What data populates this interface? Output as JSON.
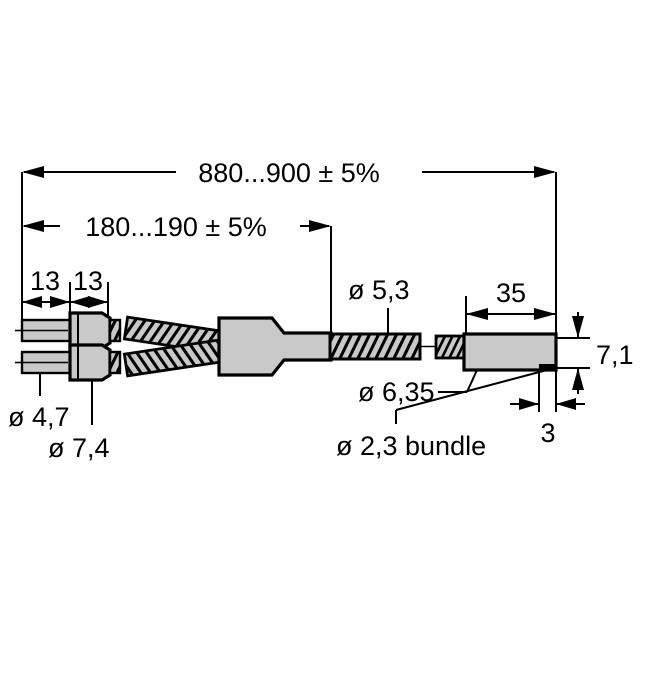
{
  "drawing": {
    "title": "fiber optic cable assembly dimensional drawing",
    "units": "mm",
    "background_color": "#ffffff",
    "line_color": "#000000",
    "body_fill_color": "#c9c9c9"
  },
  "dimensions": {
    "overall_length": "880...900 ± 5%",
    "branch_length": "180...190 ± 5%",
    "tip_segment_a": "13",
    "tip_segment_b": "13",
    "sensor_block_length": "35",
    "sensor_block_height": "7,1",
    "notch_width": "3"
  },
  "callouts": {
    "fiber_tip_diameter": "ø 4,7",
    "ferrule_diameter": "ø 7,4",
    "sheath_diameter": "ø 5,3",
    "jacket_diameter": "ø 6,35",
    "bundle_diameter": "ø 2,3 bundle"
  },
  "labels": [
    {
      "id": "overall-length",
      "text": "880...900 ± 5%"
    },
    {
      "id": "branch-length",
      "text": "180...190 ± 5%"
    },
    {
      "id": "seg-13-a",
      "text": "13"
    },
    {
      "id": "seg-13-b",
      "text": "13"
    },
    {
      "id": "dia-5-3",
      "text": "ø 5,3"
    },
    {
      "id": "len-35",
      "text": "35"
    },
    {
      "id": "height-7-1",
      "text": "7,1"
    },
    {
      "id": "dia-4-7",
      "text": "ø 4,7"
    },
    {
      "id": "dia-7-4",
      "text": "ø 7,4"
    },
    {
      "id": "dia-6-35",
      "text": "ø 6,35"
    },
    {
      "id": "dia-2-3-bundle",
      "text": "ø 2,3 bundle"
    },
    {
      "id": "notch-3",
      "text": "3"
    }
  ]
}
